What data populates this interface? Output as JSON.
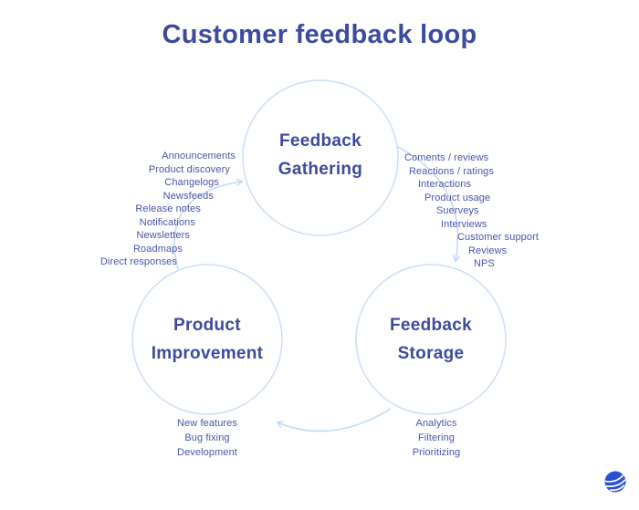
{
  "title": "Customer feedback loop",
  "nodes": {
    "gathering": {
      "line1": "Feedback",
      "line2": "Gathering"
    },
    "storage": {
      "line1": "Feedback",
      "line2": "Storage"
    },
    "improvement": {
      "line1": "Product",
      "line2": "Improvement"
    }
  },
  "lists": {
    "left": [
      "Announcements",
      "Product discovery",
      "Changelogs",
      "Newsfeeds",
      "Release notes",
      "Notifications",
      "Newsletters",
      "Roadmaps",
      "Direct responses"
    ],
    "right": [
      "Coments / reviews",
      "Reactions / ratings",
      "Interactions",
      "Product usage",
      "Suerveys",
      "Interviews",
      "Customer support",
      "Reviews",
      "NPS"
    ],
    "bottom_left": [
      "New features",
      "Bug fixing",
      "Development"
    ],
    "bottom_right": [
      "Analytics",
      "Filtering",
      "Prioritizing"
    ]
  },
  "icons": {
    "brand_logo": "striped-sphere-logo"
  },
  "colors": {
    "title_text": "#3d4a9e",
    "node_label_text": "#3d4a9e",
    "list_text": "#4a55a8",
    "circle_and_arrow_stroke": "#c9dcf7",
    "logo_blue": "#2b50d8",
    "background": "#ffffff"
  }
}
